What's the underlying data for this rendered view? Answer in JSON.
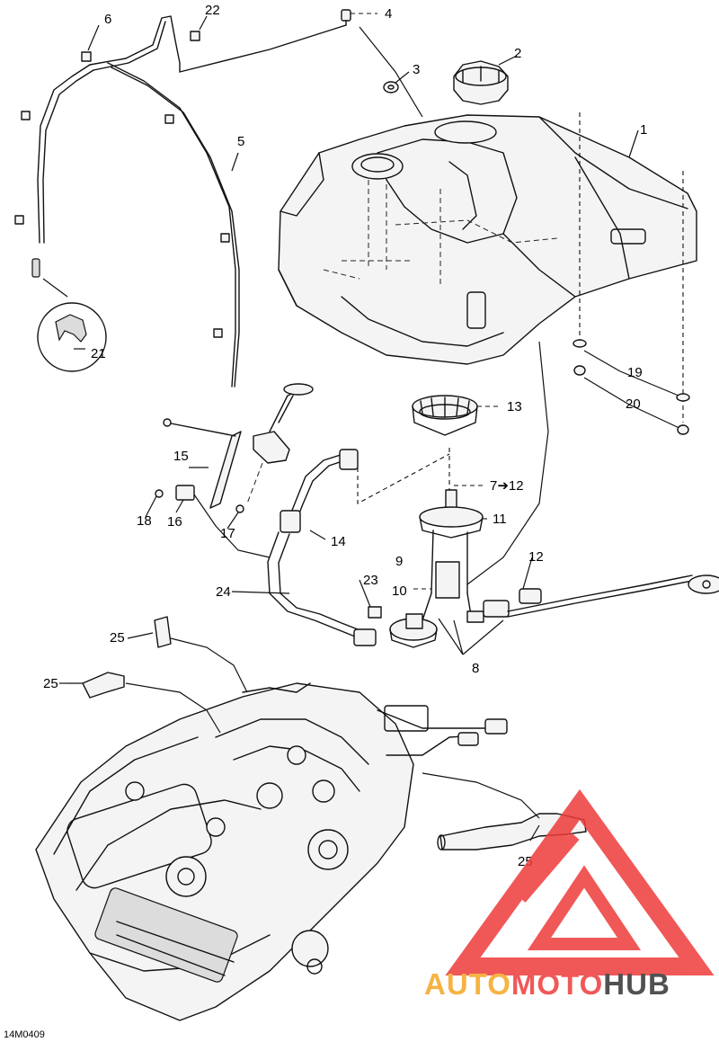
{
  "diagram_code": "14M0409",
  "callouts": {
    "c1": "1",
    "c2": "2",
    "c3": "3",
    "c4": "4",
    "c5": "5",
    "c6": "6",
    "c7_12": "7➔12",
    "c8": "8",
    "c9": "9",
    "c10": "10",
    "c11": "11",
    "c12": "12",
    "c13": "13",
    "c14": "14",
    "c15": "15",
    "c16": "16",
    "c17": "17",
    "c18": "18",
    "c19": "19",
    "c20": "20",
    "c21": "21",
    "c22": "22",
    "c23": "23",
    "c24": "24",
    "c25a": "25",
    "c25b": "25",
    "c25c": "25"
  },
  "watermark": {
    "text_part1": "AUTO",
    "text_part2": "MOTO",
    "text_part3": "HUB",
    "color_primary": "#ee3b3b",
    "color_secondary": "#f5a623",
    "color_tertiary": "#333333"
  }
}
